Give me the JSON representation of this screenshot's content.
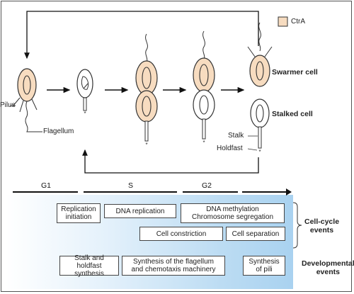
{
  "legend": {
    "label": "CtrA",
    "color": "#f7dcc0"
  },
  "labels": {
    "pilus": "Pilus",
    "flagellum": "Flagellum",
    "swarmer": "Swarmer cell",
    "stalked": "Stalked cell",
    "stalk": "Stalk",
    "holdfast": "Holdfast"
  },
  "phases": [
    "G1",
    "S",
    "G2"
  ],
  "events": {
    "replication_initiation": "Replication\ninitiation",
    "dna_replication": "DNA replication",
    "dna_methylation": "DNA methylation\nChromosome segregation",
    "cell_constriction": "Cell constriction",
    "cell_separation": "Cell separation",
    "stalk_holdfast": "Stalk and holdfast\nsynthesis",
    "flagellum_synthesis": "Synthesis of the flagellum\nand chemotaxis machinery",
    "pili_synthesis": "Synthesis\nof pili"
  },
  "categories": {
    "cell_cycle": "Cell-cycle\nevents",
    "developmental": "Developmental\nevents"
  }
}
